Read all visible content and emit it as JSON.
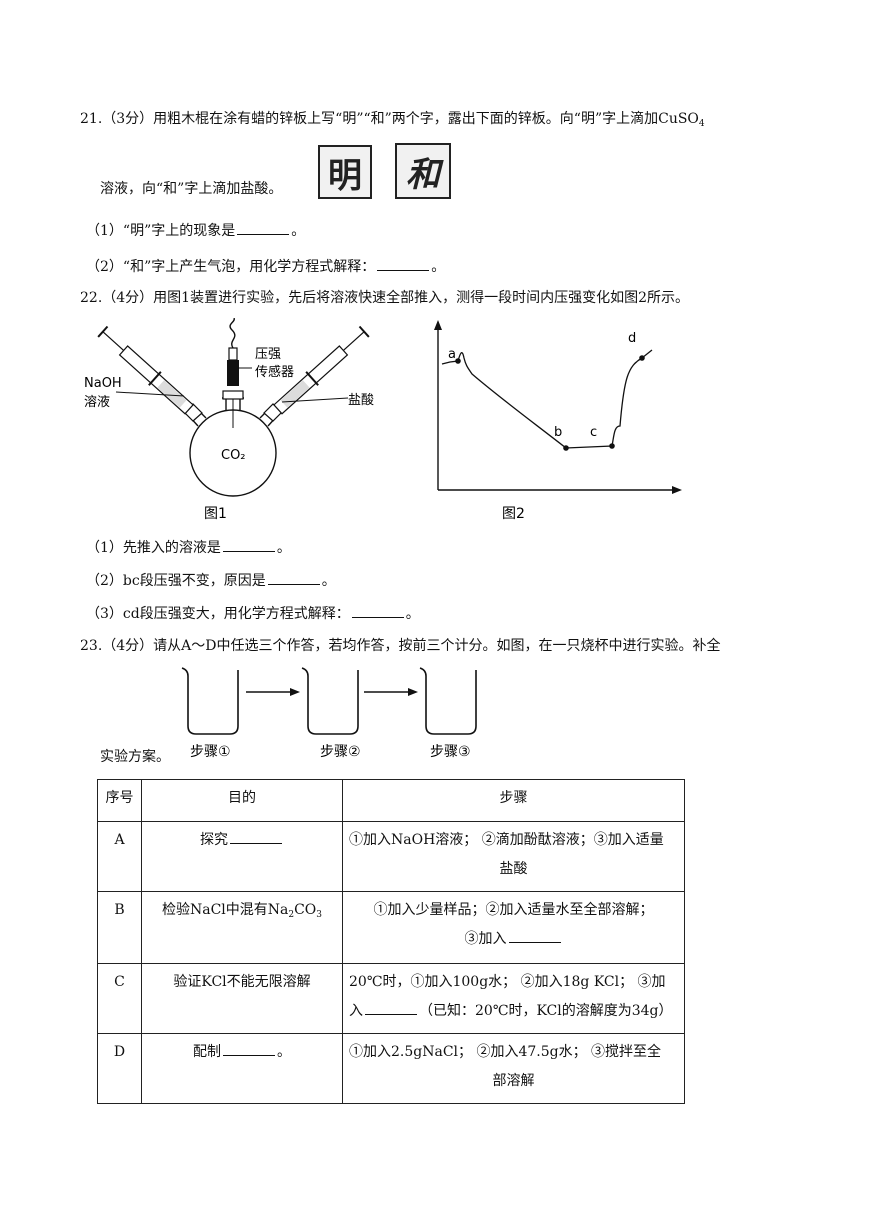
{
  "q21": {
    "line1": "21.（3分）用粗木棍在涂有蜡的锌板上写“明”“和”两个字，露出下面的锌板。向“明”字上滴加CuSO",
    "line1_sub": "4",
    "line2": "溶液，向“和”字上滴加盐酸。",
    "img_char_1": "明",
    "img_char_2": "和",
    "sub1": "（1）“明”字上的现象是",
    "sub2": "（2）“和”字上产生气泡，用化学方程式解释：",
    "period": "。"
  },
  "q22": {
    "line1": "22.（4分）用图1装置进行实验，先后将溶液快速全部推入，测得一段时间内压强变化如图2所示。",
    "fig1": {
      "naoh_1": "NaOH",
      "naoh_2": "溶液",
      "sensor_1": "压强",
      "sensor_2": "传感器",
      "acid": "盐酸",
      "co2": "CO₂",
      "caption": "图1"
    },
    "fig2": {
      "caption": "图2",
      "point_labels": [
        "a",
        "b",
        "c",
        "d"
      ]
    },
    "sub1": "（1）先推入的溶液是",
    "sub2": "（2）bc段压强不变，原因是",
    "sub3": "（3）cd段压强变大，用化学方程式解释：",
    "period": "。"
  },
  "q23": {
    "line1": "23.（4分）请从A～D中任选三个作答，若均作答，按前三个计分。如图，在一只烧杯中进行实验。补全",
    "line2": "实验方案。",
    "steps": [
      "步骤①",
      "步骤②",
      "步骤③"
    ],
    "table": {
      "headers": [
        "序号",
        "目的",
        "步骤"
      ],
      "rows": [
        {
          "id": "A",
          "purpose": "探究",
          "steps_1": "①加入NaOH溶液； ②滴加酚酞溶液；③加入适量",
          "steps_2": "盐酸"
        },
        {
          "id": "B",
          "purpose": "检验NaCl中混有Na",
          "purpose_sub1": "2",
          "purpose_mid": "CO",
          "purpose_sub2": "3",
          "steps_1": "①加入少量样品；②加入适量水至全部溶解；",
          "steps_2": "③加入"
        },
        {
          "id": "C",
          "purpose": "验证KCl不能无限溶解",
          "steps_1": "20℃时，①加入100g水； ②加入18g KCl； ③加",
          "steps_2_a": "入",
          "steps_2_b": "（已知：20℃时，KCl的溶解度为34g）"
        },
        {
          "id": "D",
          "purpose": "配制",
          "purpose_end": "。",
          "steps_1": "①加入2.5gNaCl； ②加入47.5g水； ③搅拌至全",
          "steps_2": "部溶解"
        }
      ]
    }
  }
}
